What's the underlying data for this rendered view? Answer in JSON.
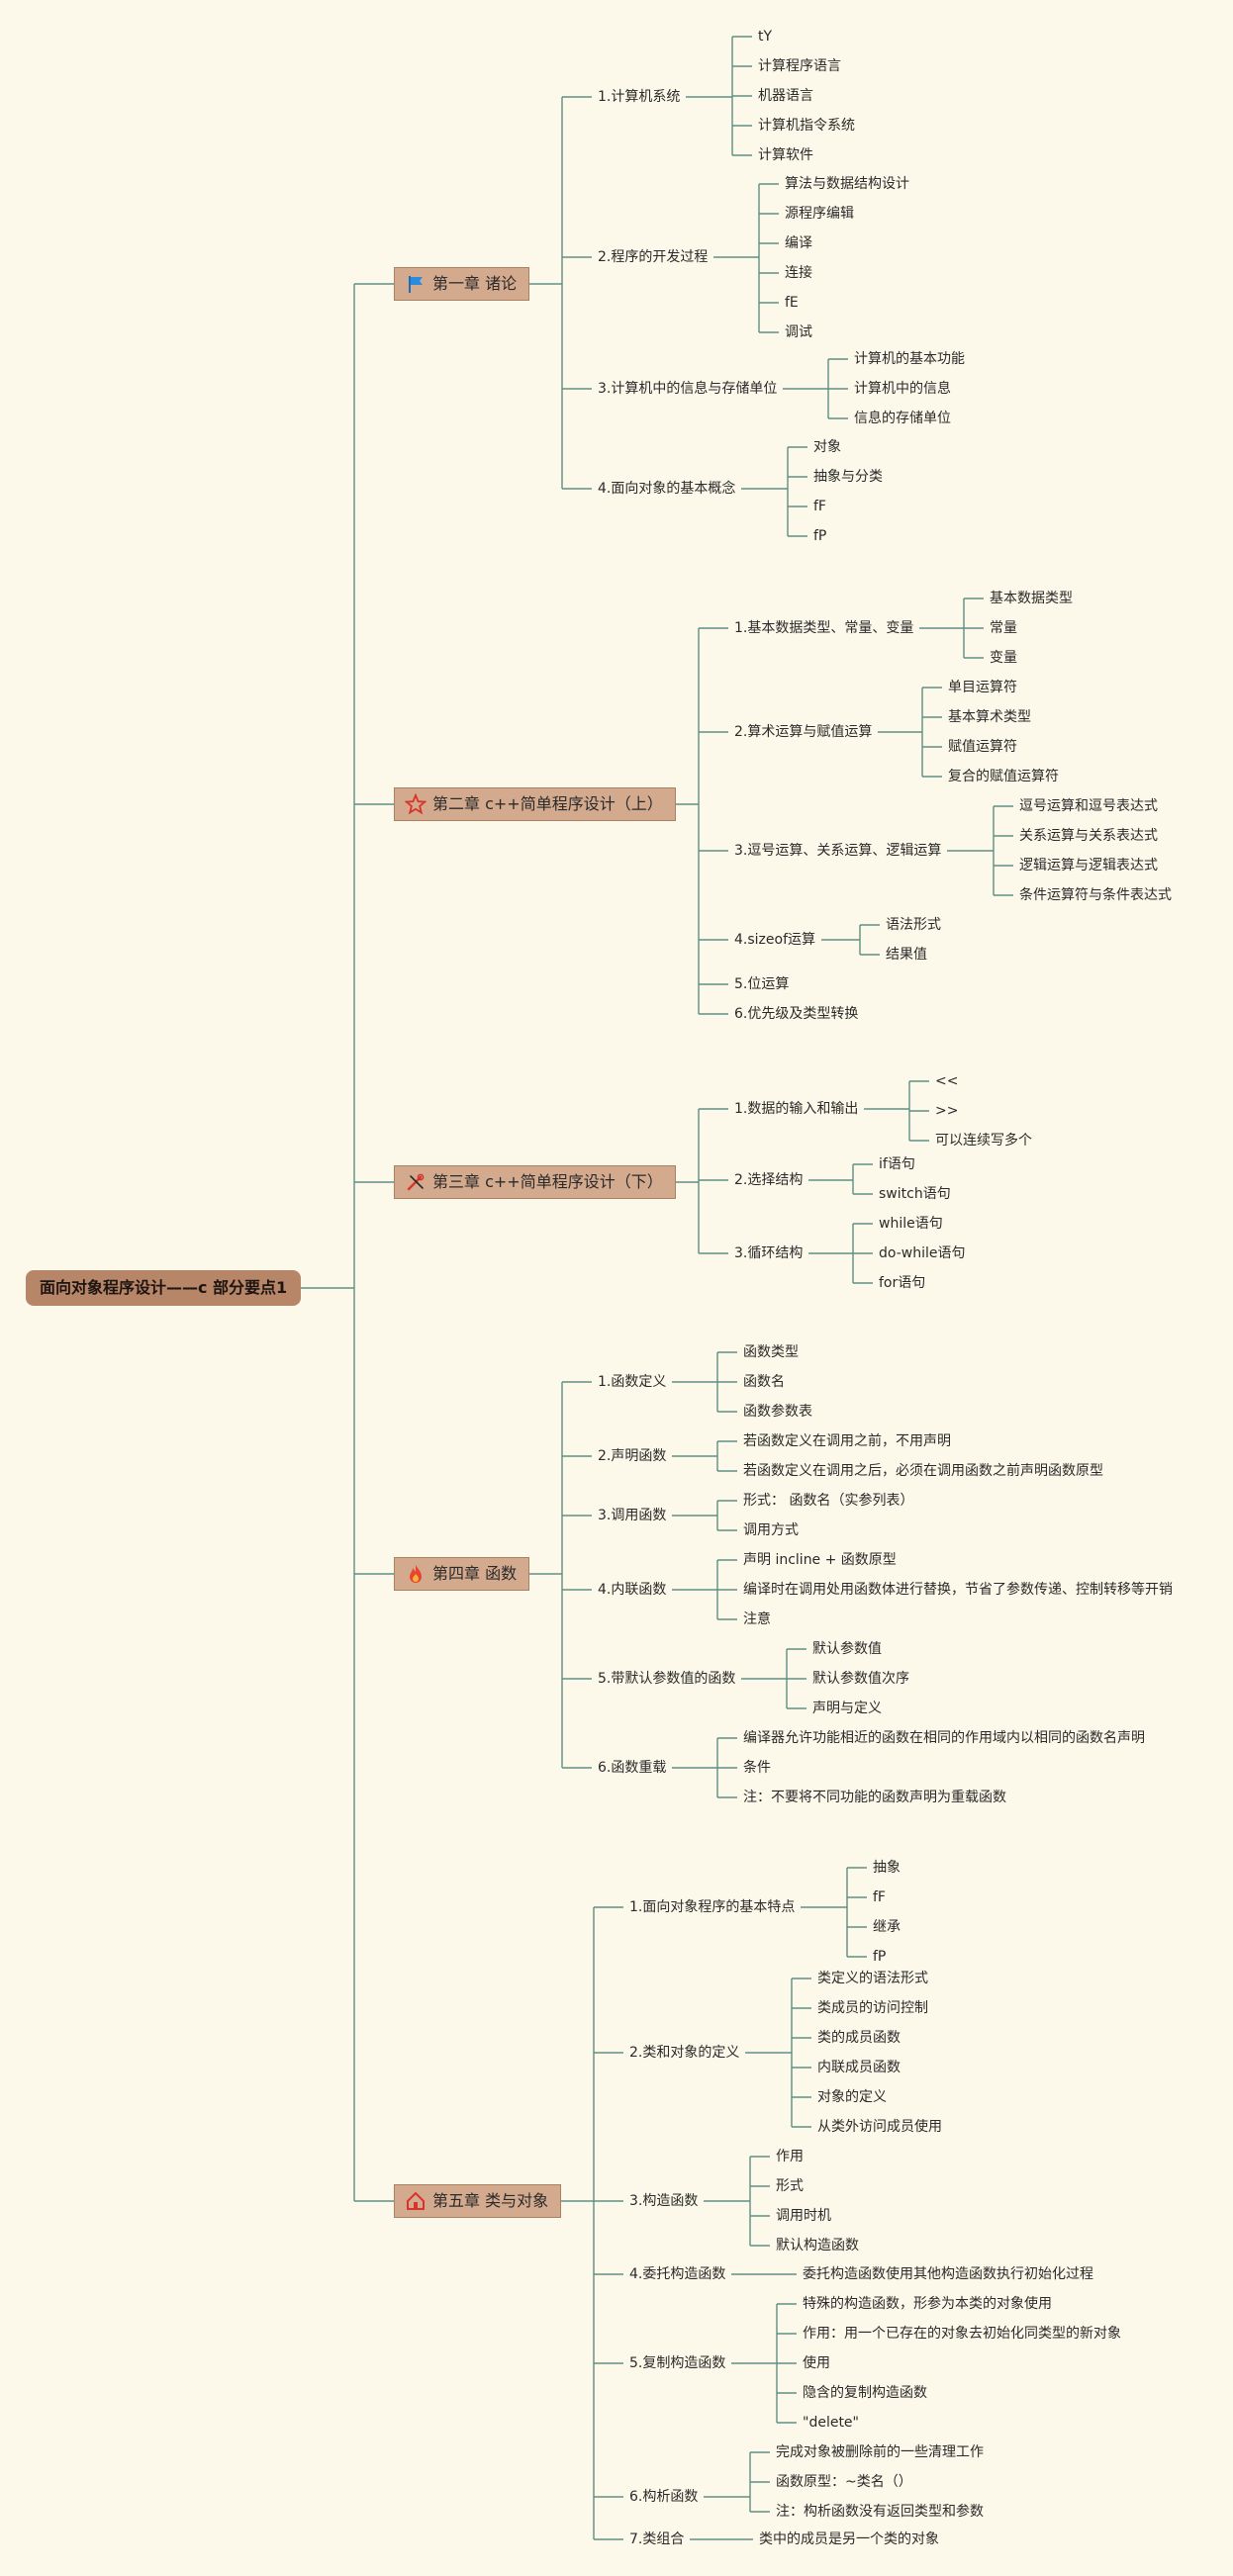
{
  "title": "面向对象程序设计——c 部分要点1",
  "colors": {
    "background": "#fdf9ea",
    "line": "#5f8f84",
    "chapter_fill": "#d4aa8e",
    "root_fill": "#b78669"
  },
  "chapters": [
    {
      "label": "第一章 诸论",
      "icon": "flag-icon",
      "children": [
        {
          "label": "1.计算机系统",
          "children": [
            {
              "label": "tY"
            },
            {
              "label": "计算程序语言"
            },
            {
              "label": "机器语言"
            },
            {
              "label": "计算机指令系统"
            },
            {
              "label": "计算软件"
            }
          ]
        },
        {
          "label": "2.程序的开发过程",
          "children": [
            {
              "label": "算法与数据结构设计"
            },
            {
              "label": "源程序编辑"
            },
            {
              "label": "编译"
            },
            {
              "label": "连接"
            },
            {
              "label": "fE"
            },
            {
              "label": "调试"
            }
          ]
        },
        {
          "label": "3.计算机中的信息与存储单位",
          "children": [
            {
              "label": "计算机的基本功能"
            },
            {
              "label": "计算机中的信息"
            },
            {
              "label": "信息的存储单位"
            }
          ]
        },
        {
          "label": "4.面向对象的基本概念",
          "children": [
            {
              "label": "对象"
            },
            {
              "label": "抽象与分类"
            },
            {
              "label": "fF"
            },
            {
              "label": "fP"
            }
          ]
        }
      ]
    },
    {
      "label": "第二章 c++简单程序设计（上）",
      "icon": "star-icon",
      "children": [
        {
          "label": "1.基本数据类型、常量、变量",
          "children": [
            {
              "label": "基本数据类型"
            },
            {
              "label": "常量"
            },
            {
              "label": "变量"
            }
          ]
        },
        {
          "label": "2.算术运算与赋值运算",
          "children": [
            {
              "label": "单目运算符"
            },
            {
              "label": "基本算术类型"
            },
            {
              "label": "赋值运算符"
            },
            {
              "label": "复合的赋值运算符"
            }
          ]
        },
        {
          "label": "3.逗号运算、关系运算、逻辑运算",
          "children": [
            {
              "label": "逗号运算和逗号表达式"
            },
            {
              "label": "关系运算与关系表达式"
            },
            {
              "label": "逻辑运算与逻辑表达式"
            },
            {
              "label": "条件运算符与条件表达式"
            }
          ]
        },
        {
          "label": "4.sizeof运算",
          "children": [
            {
              "label": "语法形式"
            },
            {
              "label": "结果值"
            }
          ]
        },
        {
          "label": "5.位运算"
        },
        {
          "label": "6.优先级及类型转换"
        }
      ]
    },
    {
      "label": "第三章 c++简单程序设计（下）",
      "icon": "tools-icon",
      "children": [
        {
          "label": "1.数据的输入和输出",
          "children": [
            {
              "label": "<<"
            },
            {
              "label": ">>"
            },
            {
              "label": "可以连续写多个"
            }
          ]
        },
        {
          "label": "2.选择结构",
          "children": [
            {
              "label": "if语句"
            },
            {
              "label": "switch语句"
            }
          ]
        },
        {
          "label": "3.循环结构",
          "children": [
            {
              "label": "while语句"
            },
            {
              "label": "do-while语句"
            },
            {
              "label": "for语句"
            }
          ]
        }
      ]
    },
    {
      "label": "第四章 函数",
      "icon": "fire-icon",
      "children": [
        {
          "label": "1.函数定义",
          "children": [
            {
              "label": "函数类型"
            },
            {
              "label": "函数名"
            },
            {
              "label": "函数参数表"
            }
          ]
        },
        {
          "label": "2.声明函数",
          "children": [
            {
              "label": "若函数定义在调用之前，不用声明"
            },
            {
              "label": "若函数定义在调用之后，必须在调用函数之前声明函数原型"
            }
          ]
        },
        {
          "label": "3.调用函数",
          "children": [
            {
              "label": "形式： 函数名（实参列表）"
            },
            {
              "label": "调用方式"
            }
          ]
        },
        {
          "label": "4.内联函数",
          "children": [
            {
              "label": "声明 incline + 函数原型"
            },
            {
              "label": "编译时在调用处用函数体进行替换，节省了参数传递、控制转移等开销"
            },
            {
              "label": "注意"
            }
          ]
        },
        {
          "label": "5.带默认参数值的函数",
          "children": [
            {
              "label": "默认参数值"
            },
            {
              "label": "默认参数值次序"
            },
            {
              "label": "声明与定义"
            }
          ]
        },
        {
          "label": "6.函数重载",
          "children": [
            {
              "label": "编译器允许功能相近的函数在相同的作用域内以相同的函数名声明"
            },
            {
              "label": "条件"
            },
            {
              "label": "注：不要将不同功能的函数声明为重载函数"
            }
          ]
        }
      ]
    },
    {
      "label": "第五章 类与对象",
      "icon": "home-icon",
      "children": [
        {
          "label": "1.面向对象程序的基本特点",
          "children": [
            {
              "label": "抽象"
            },
            {
              "label": "fF"
            },
            {
              "label": "继承"
            },
            {
              "label": "fP"
            }
          ]
        },
        {
          "label": "2.类和对象的定义",
          "children": [
            {
              "label": "类定义的语法形式"
            },
            {
              "label": "类成员的访问控制"
            },
            {
              "label": "类的成员函数"
            },
            {
              "label": "内联成员函数"
            },
            {
              "label": "对象的定义"
            },
            {
              "label": "从类外访问成员使用"
            }
          ]
        },
        {
          "label": "3.构造函数",
          "children": [
            {
              "label": "作用"
            },
            {
              "label": "形式"
            },
            {
              "label": "调用时机"
            },
            {
              "label": "默认构造函数"
            }
          ]
        },
        {
          "label": "4.委托构造函数",
          "children": [
            {
              "label": "委托构造函数使用其他构造函数执行初始化过程"
            }
          ]
        },
        {
          "label": "5.复制构造函数",
          "children": [
            {
              "label": "特殊的构造函数，形参为本类的对象使用"
            },
            {
              "label": "作用：用一个已存在的对象去初始化同类型的新对象"
            },
            {
              "label": "使用"
            },
            {
              "label": "隐含的复制构造函数"
            },
            {
              "label": "\"delete\""
            }
          ]
        },
        {
          "label": "6.构析函数",
          "children": [
            {
              "label": "完成对象被删除前的一些清理工作"
            },
            {
              "label": "函数原型：~类名（）"
            },
            {
              "label": "注：构析函数没有返回类型和参数"
            }
          ]
        },
        {
          "label": "7.类组合",
          "children": [
            {
              "label": "类中的成员是另一个类的对象"
            }
          ]
        }
      ]
    }
  ]
}
